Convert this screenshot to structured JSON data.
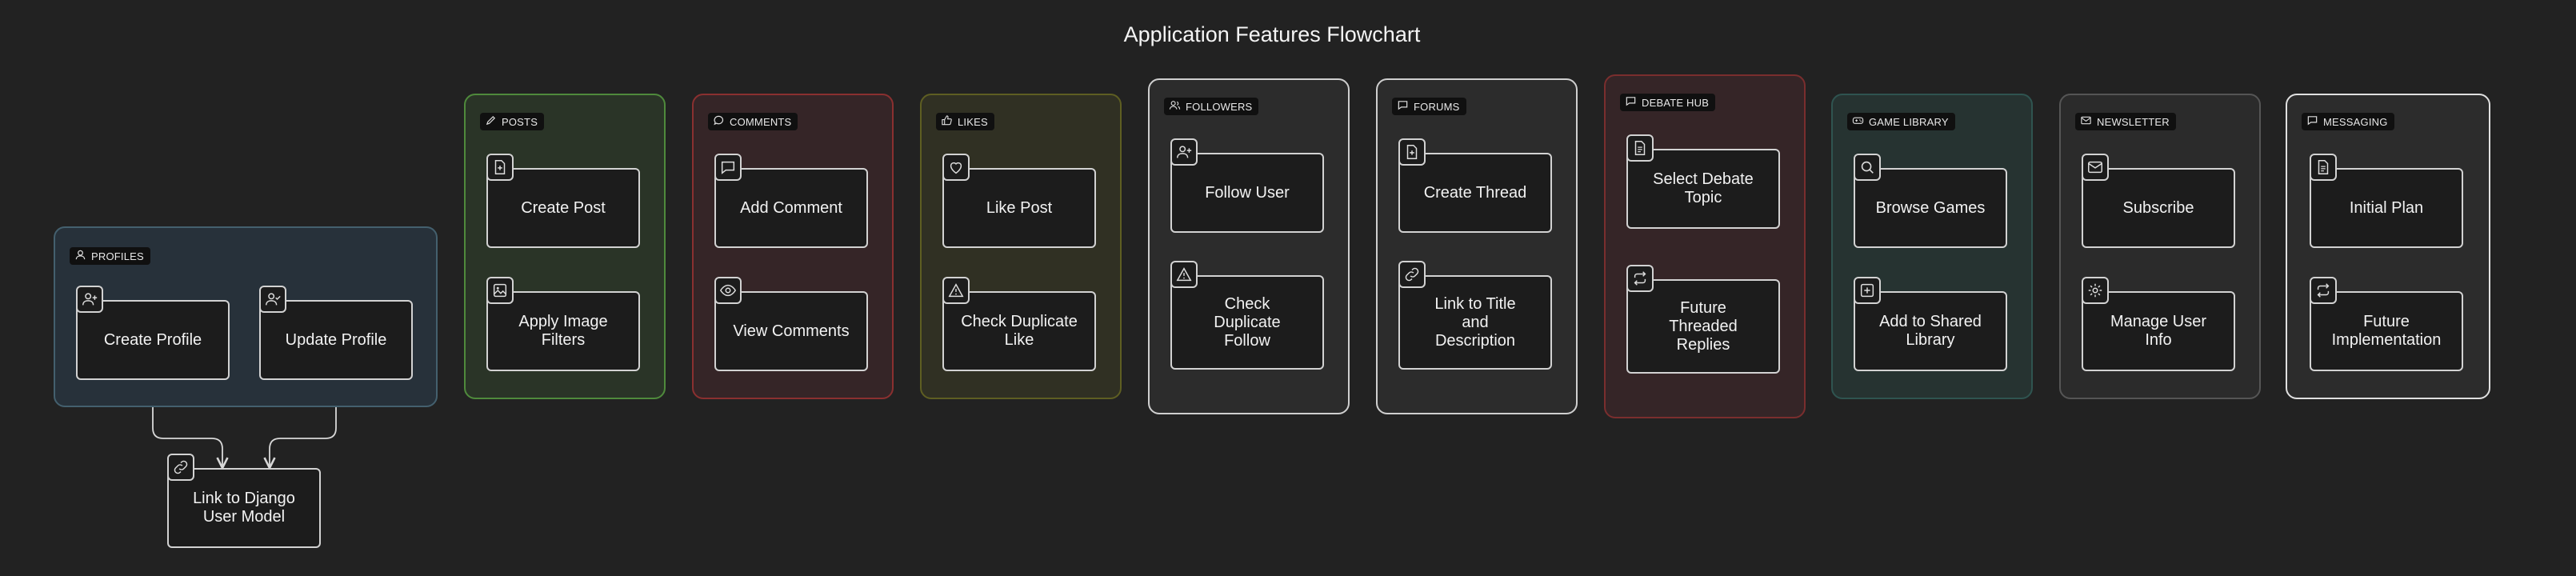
{
  "title": "Application Features Flowchart",
  "groups": [
    {
      "label": "PROFILES",
      "icon": "user-icon",
      "nodes": [
        {
          "label": "Create Profile",
          "icon": "user-plus-icon"
        },
        {
          "label": "Update Profile",
          "icon": "user-check-icon"
        }
      ]
    },
    {
      "label": "POSTS",
      "icon": "pencil-icon",
      "nodes": [
        {
          "label": "Create Post",
          "icon": "file-plus-icon"
        },
        {
          "label": "Apply Image Filters",
          "icon": "image-icon"
        }
      ]
    },
    {
      "label": "COMMENTS",
      "icon": "comment-icon",
      "nodes": [
        {
          "label": "Add Comment",
          "icon": "message-square-icon"
        },
        {
          "label": "View Comments",
          "icon": "eye-icon"
        }
      ]
    },
    {
      "label": "LIKES",
      "icon": "thumbs-up-icon",
      "nodes": [
        {
          "label": "Like Post",
          "icon": "heart-icon"
        },
        {
          "label": "Check Duplicate Like",
          "icon": "warning-icon"
        }
      ]
    },
    {
      "label": "FOLLOWERS",
      "icon": "users-icon",
      "nodes": [
        {
          "label": "Follow User",
          "icon": "user-plus-icon"
        },
        {
          "label": "Check Duplicate Follow",
          "icon": "warning-icon"
        }
      ]
    },
    {
      "label": "FORUMS",
      "icon": "message-square-icon",
      "nodes": [
        {
          "label": "Create Thread",
          "icon": "file-plus-icon"
        },
        {
          "label": "Link to Title and Description",
          "icon": "link-icon"
        }
      ]
    },
    {
      "label": "DEBATE HUB",
      "icon": "message-square-icon",
      "nodes": [
        {
          "label": "Select Debate Topic",
          "icon": "file-text-icon"
        },
        {
          "label": "Future Threaded Replies",
          "icon": "repeat-icon"
        }
      ]
    },
    {
      "label": "GAME LIBRARY",
      "icon": "gamepad-icon",
      "nodes": [
        {
          "label": "Browse Games",
          "icon": "search-icon"
        },
        {
          "label": "Add to Shared Library",
          "icon": "plus-square-icon"
        }
      ]
    },
    {
      "label": "NEWSLETTER",
      "icon": "mail-icon",
      "nodes": [
        {
          "label": "Subscribe",
          "icon": "mail-icon"
        },
        {
          "label": "Manage User Info",
          "icon": "gear-icon"
        }
      ]
    },
    {
      "label": "MESSAGING",
      "icon": "message-square-icon",
      "nodes": [
        {
          "label": "Initial Plan",
          "icon": "file-text-icon"
        },
        {
          "label": "Future Implementation",
          "icon": "repeat-icon"
        }
      ]
    }
  ],
  "standalone": {
    "label": "Link to Django User Model",
    "icon": "link-icon"
  },
  "colors": {
    "background": "#222222",
    "profiles": "#4a6a7a",
    "posts": "#4f8a3c",
    "comments": "#8a3030",
    "likes": "#5e5e22",
    "followers": "#d0d0d0",
    "forums": "#d0d0d0",
    "debate_hub": "#7a2e2e",
    "game_library": "#2f5450",
    "newsletter": "#555555",
    "messaging": "#e0e0e0"
  }
}
